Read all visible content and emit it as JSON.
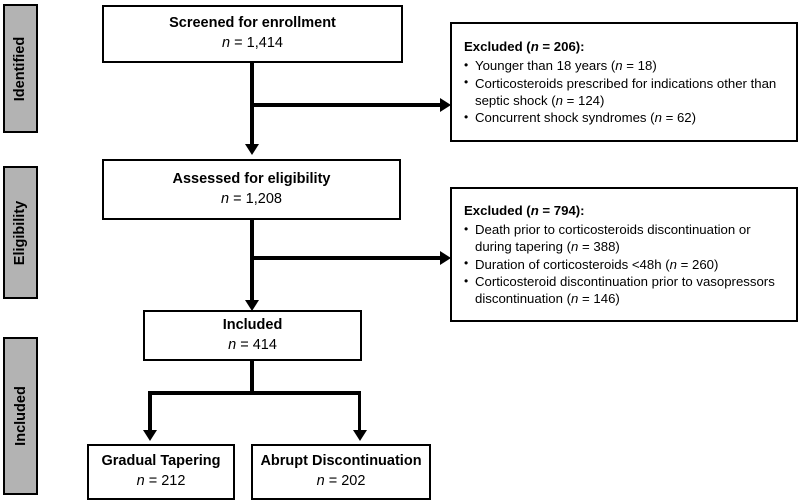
{
  "diagram": {
    "type": "consort-flow-diagram",
    "stages": [
      {
        "id": "identified",
        "label": "Identified"
      },
      {
        "id": "eligibility",
        "label": "Eligibility"
      },
      {
        "id": "included",
        "label": "Included"
      }
    ],
    "flow_boxes": [
      {
        "id": "screened",
        "title": "Screened for enrollment",
        "count_prefix": "n",
        "count_eq": " = ",
        "count": "1,414"
      },
      {
        "id": "assessed",
        "title": "Assessed for eligibility",
        "count_prefix": "n",
        "count_eq": " = ",
        "count": "1,208"
      },
      {
        "id": "included",
        "title": "Included",
        "count_prefix": "n",
        "count_eq": " = ",
        "count": "414"
      },
      {
        "id": "gradual",
        "title": "Gradual Tapering",
        "count_prefix": "n",
        "count_eq": " = ",
        "count": "212"
      },
      {
        "id": "abrupt",
        "title": "Abrupt Discontinuation",
        "count_prefix": "n",
        "count_eq": " = ",
        "count": "202"
      }
    ],
    "exclusion_boxes": [
      {
        "id": "excluded-1",
        "heading_pre": "Excluded (",
        "heading_n": "n",
        "heading_post": " = 206):",
        "items": [
          {
            "text_pre": "Younger than 18 years (",
            "n": "n",
            "text_post": " = 18)"
          },
          {
            "text_pre": "Corticosteroids prescribed for indications other than septic shock (",
            "n": "n",
            "text_post": " = 124)"
          },
          {
            "text_pre": "Concurrent shock syndromes (",
            "n": "n",
            "text_post": " = 62)"
          }
        ]
      },
      {
        "id": "excluded-2",
        "heading_pre": "Excluded (",
        "heading_n": "n",
        "heading_post": " = 794):",
        "items": [
          {
            "text_pre": "Death prior to corticosteroids discontinuation or during tapering (",
            "n": "n",
            "text_post": " = 388)"
          },
          {
            "text_pre": "Duration of corticosteroids <48h (",
            "n": "n",
            "text_post": " = 260)"
          },
          {
            "text_pre": "Corticosteroid discontinuation prior to vasopressors discontinuation (",
            "n": "n",
            "text_post": " = 146)"
          }
        ]
      }
    ],
    "colors": {
      "stage_fill": "#b3b3b3",
      "stroke": "#000000",
      "box_fill": "#ffffff",
      "background": "#ffffff"
    }
  }
}
